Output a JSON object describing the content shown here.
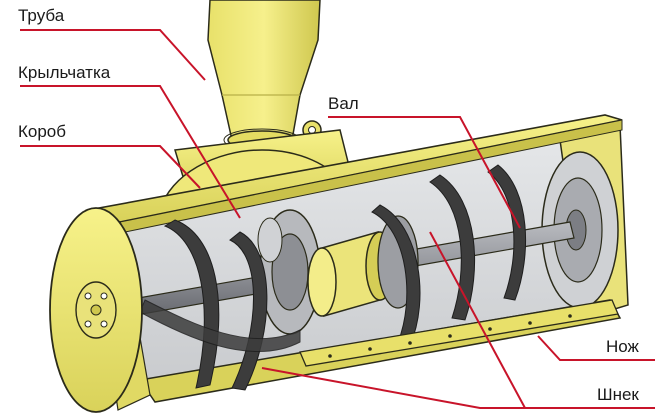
{
  "labels": {
    "pipe": "Труба",
    "impeller": "Крыльчатка",
    "housing": "Короб",
    "shaft": "Вал",
    "knife": "Нож",
    "auger": "Шнек"
  },
  "colors": {
    "body_yellow": "#f2ec6e",
    "body_shade": "#c9c14a",
    "outline": "#2b2b1a",
    "blade_dark": "#3a3a3a",
    "shaft_gray": "#8e9096",
    "leader_red": "#c8142a"
  }
}
